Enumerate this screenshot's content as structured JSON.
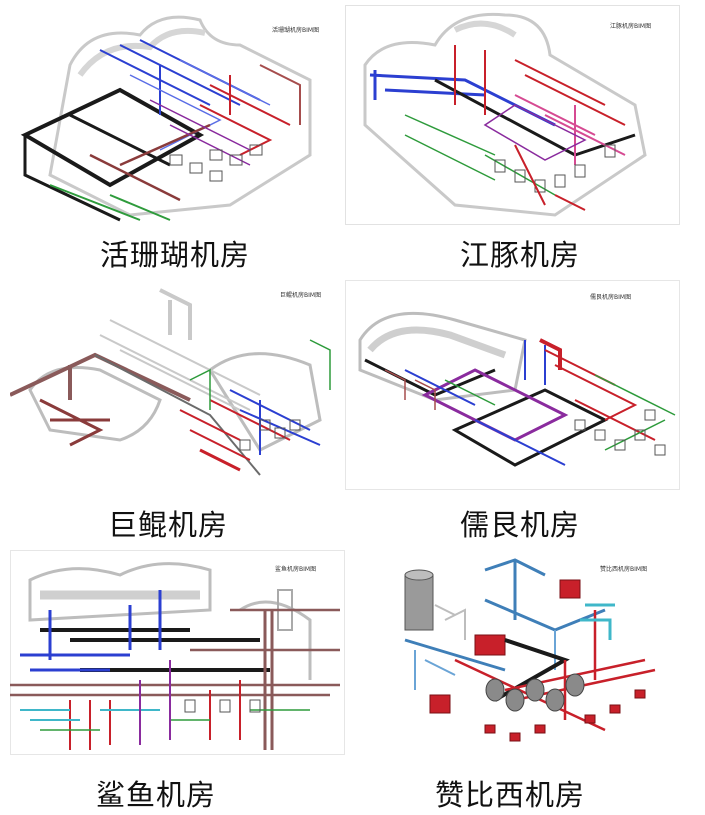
{
  "panels": [
    {
      "caption": "活珊瑚机房",
      "sheet_note": "活珊瑚机房BIM图"
    },
    {
      "caption": "江豚机房",
      "sheet_note": "江豚机房BIM图"
    },
    {
      "caption": "巨鲲机房",
      "sheet_note": "巨鲲机房BIM图"
    },
    {
      "caption": "儒艮机房",
      "sheet_note": "儒艮机房BIM图"
    },
    {
      "caption": "鲨鱼机房",
      "sheet_note": "鲨鱼机房BIM图"
    },
    {
      "caption": "赞比西机房",
      "sheet_note": "赞比西机房BIM图"
    }
  ],
  "colors": {
    "pipe_dark": "#1a1a1a",
    "pipe_blue": "#2b3fd1",
    "pipe_red": "#c8202a",
    "pipe_maroon": "#8a3b3b",
    "pipe_green": "#2e9b3c",
    "pipe_purple": "#8a2b9e",
    "pipe_cyan": "#3fb7c9",
    "structure_gray": "#b8b8b8"
  }
}
